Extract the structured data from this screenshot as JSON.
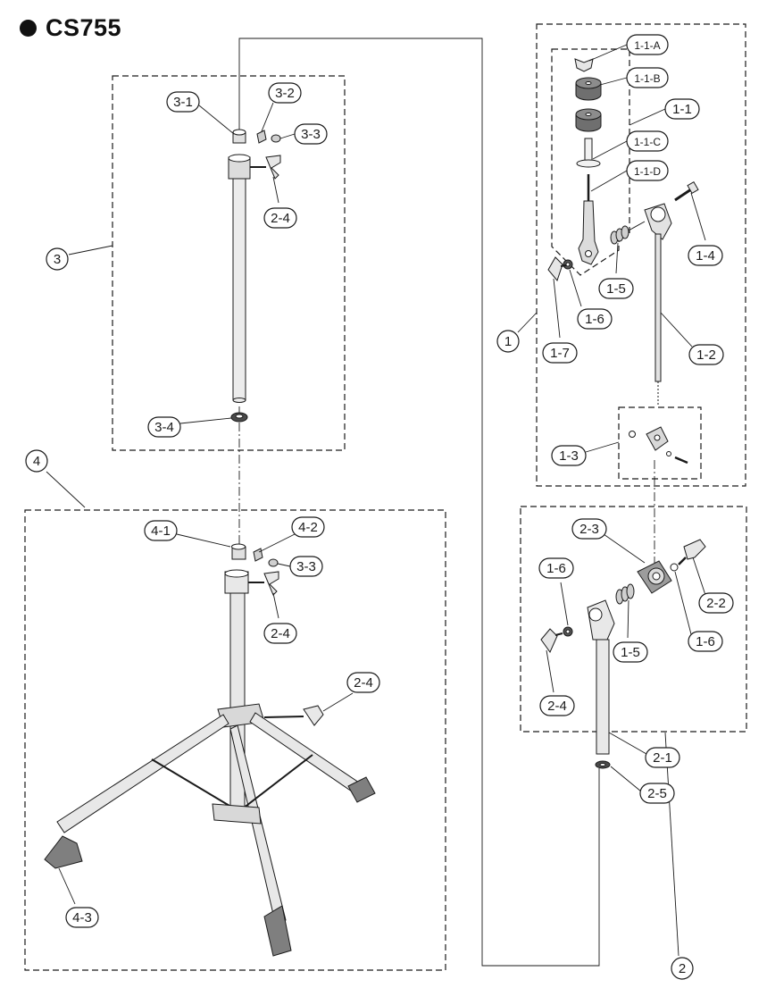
{
  "title": "CS755",
  "assembly_labels": [
    "1",
    "2",
    "3",
    "4"
  ],
  "part_labels": [
    "1-1-A",
    "1-1-B",
    "1-1",
    "1-1-C",
    "1-1-D",
    "1-4",
    "1-5",
    "1-6",
    "1-7",
    "1-2",
    "1-3",
    "3-1",
    "3-2",
    "3-3",
    "2-4",
    "3-4",
    "4-1",
    "4-2",
    "3-3",
    "2-4",
    "2-4",
    "4-3",
    "2-3",
    "1-6",
    "2-2",
    "1-6",
    "1-5",
    "2-4",
    "2-1",
    "2-5"
  ],
  "colors": {
    "ink": "#1a1a1a",
    "rubber": "#7f7f7f",
    "metal": "#d6d6d6",
    "background": "#ffffff"
  }
}
